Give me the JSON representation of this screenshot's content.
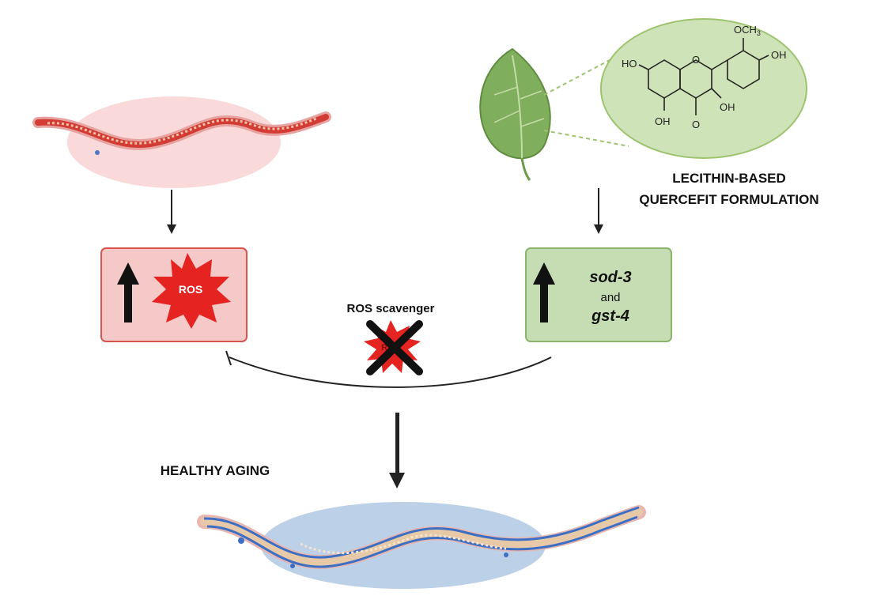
{
  "labels": {
    "ros_badge": "ROS",
    "ros_scavenger": "ROS scavenger",
    "gene_1": "sod-3",
    "gene_conjunction": "and",
    "gene_2": "gst-4",
    "formulation_line1": "LECITHIN-BASED",
    "formulation_line2": "QUERCEFIT FORMULATION",
    "healthy_aging": "HEALTHY AGING"
  },
  "chemistry": {
    "methoxy": "OCH",
    "methoxy_subscript": "3",
    "hydroxyl": "OH",
    "hydroxyl_left": "HO",
    "carbonyl_oxygen": "O",
    "ring_oxygen": "O"
  },
  "colors": {
    "ros_box_fill": "#f6c9c9",
    "ros_box_stroke": "#d9534f",
    "ros_burst": "#e52321",
    "gene_box_fill": "#c6ddb3",
    "gene_box_stroke": "#8bb56f",
    "aged_worm_halo": "#f9d9d9",
    "healthy_worm_halo": "#bcd0e8",
    "leaf": "#7fae5c",
    "molecule_bubble": "#cfe3b8"
  },
  "icons": {
    "aged_worm": "aged-worm-icon",
    "healthy_worm": "healthy-worm-icon",
    "leaf": "leaf-icon",
    "ros_burst": "ros-burst-icon",
    "scavenger_cross": "cross-icon",
    "up_arrow": "up-arrow-icon",
    "down_arrow": "down-arrow-icon",
    "inhibition_line": "inhibition-arrow-icon"
  }
}
